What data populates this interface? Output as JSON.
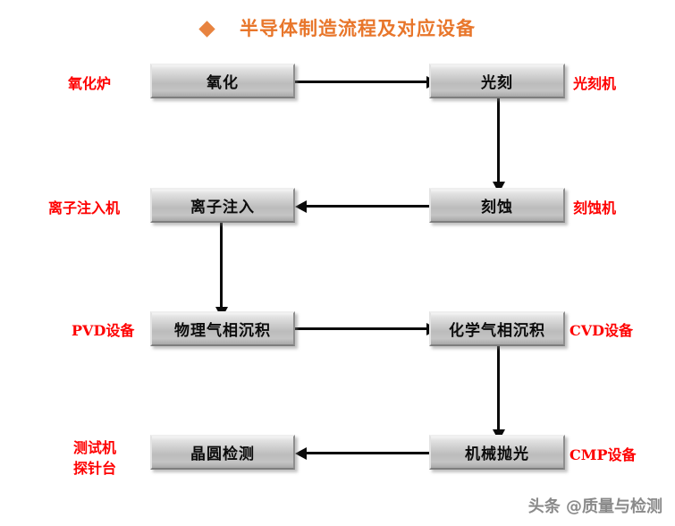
{
  "title": {
    "bullet": "diamond-bullet-icon",
    "text": "半导体制造流程及对应设备"
  },
  "diagram": {
    "nodes": [
      {
        "id": "oxidation",
        "label": "氧化",
        "equipment": "氧化炉",
        "equipment_side": "left"
      },
      {
        "id": "litho",
        "label": "光刻",
        "equipment": "光刻机",
        "equipment_side": "right"
      },
      {
        "id": "implant",
        "label": "离子注入",
        "equipment": "离子注入机",
        "equipment_side": "left"
      },
      {
        "id": "etch",
        "label": "刻蚀",
        "equipment": "刻蚀机",
        "equipment_side": "right"
      },
      {
        "id": "pvd",
        "label": "物理气相沉积",
        "equipment": "PVD设备",
        "equipment_side": "left"
      },
      {
        "id": "cvd",
        "label": "化学气相沉积",
        "equipment": "CVD设备",
        "equipment_side": "right"
      },
      {
        "id": "inspect",
        "label": "晶圆检测",
        "equipment": "测试机",
        "equipment_line2": "探针台",
        "equipment_side": "left"
      },
      {
        "id": "cmp",
        "label": "机械抛光",
        "equipment": "CMP设备",
        "equipment_side": "right"
      }
    ],
    "edges": [
      {
        "from": "oxidation",
        "to": "litho",
        "direction": "right"
      },
      {
        "from": "litho",
        "to": "etch",
        "direction": "down"
      },
      {
        "from": "etch",
        "to": "implant",
        "direction": "left"
      },
      {
        "from": "implant",
        "to": "pvd",
        "direction": "down"
      },
      {
        "from": "pvd",
        "to": "cvd",
        "direction": "right"
      },
      {
        "from": "cvd",
        "to": "cmp",
        "direction": "down"
      },
      {
        "from": "cmp",
        "to": "inspect",
        "direction": "left"
      }
    ]
  },
  "watermark": "头条 @质量与检测",
  "colors": {
    "title": "#e8762b",
    "equipment_label": "#fe0000",
    "connector": "#0a0a0a",
    "box_face": "#bcbcbc",
    "watermark": "#8a8a8a"
  }
}
